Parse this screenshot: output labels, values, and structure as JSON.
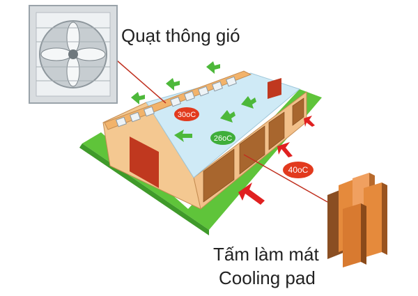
{
  "labels": {
    "fan": "Quạt thông gió",
    "pad_line1": "Tấm làm mát",
    "pad_line2": "Cooling pad"
  },
  "temperatures": {
    "roof": "30oC",
    "inside": "26oC",
    "outside": "40oC"
  },
  "colors": {
    "ground": "#5fc43a",
    "wall": "#f2c08a",
    "roof_interior": "#cfeaf6",
    "door": "#c0381f",
    "pad": "#e58a3c",
    "arrow_hot": "#e02020",
    "arrow_cool": "#4db83a",
    "badge_hot": "#e23a1e",
    "badge_cool": "#3fae3a"
  }
}
